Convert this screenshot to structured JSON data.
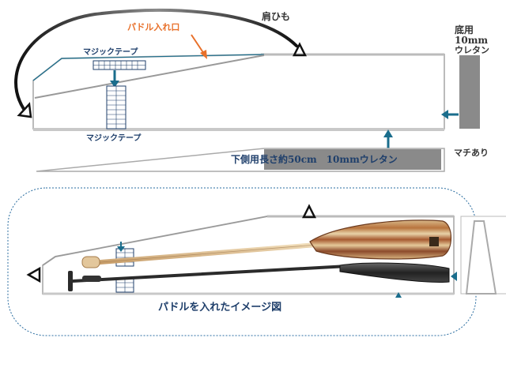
{
  "labels": {
    "shoulder_strap": "肩ひも",
    "paddle_opening": "パドル入れ口",
    "velcro_top": "マジックテープ",
    "velcro_bottom": "マジックテープ",
    "base_line1": "底用",
    "base_line2": "10mm",
    "base_line3": "ウレタン",
    "lower_side": "下側用長さ約50cm　10mmウレタン",
    "gusset": "マチあり",
    "image_caption": "パドルを入れたイメージ図"
  },
  "colors": {
    "navy": "#1f3f6b",
    "teal": "#1a6d8c",
    "orange": "#e8702a",
    "gray_panel": "#8a8a8a",
    "outline": "#bbbbbb",
    "dotted": "#2a6da0",
    "wood_light": "#e3c79c",
    "wood_dark": "#8c4a2a",
    "carbon": "#2b2b2b"
  },
  "icons": {
    "strap_ring": "triangle-ring-icon",
    "arrow": "pointer-arrow-icon"
  }
}
